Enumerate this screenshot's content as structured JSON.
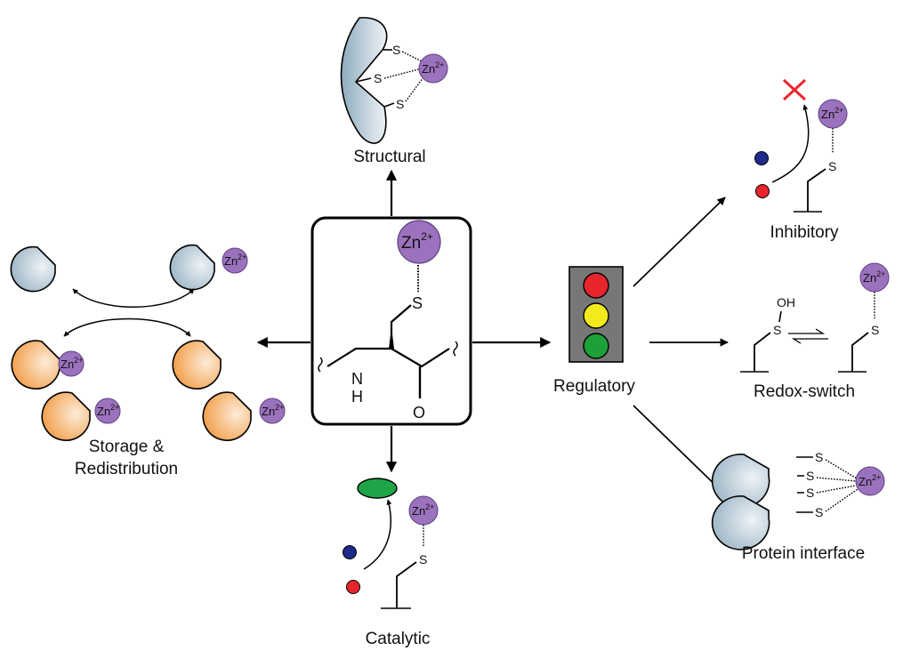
{
  "labels": {
    "structural": "Structural",
    "catalytic": "Catalytic",
    "storage_line1": "Storage &",
    "storage_line2": "Redistribution",
    "regulatory": "Regulatory",
    "inhibitory": "Inhibitory",
    "redox": "Redox-switch",
    "interface": "Protein interface"
  },
  "atoms": {
    "zinc": "Zn",
    "charge": "2+",
    "sulfur": "S",
    "oxygen": "O",
    "hydrogen": "H",
    "nitrogen": "N",
    "hydroxyl": "OH"
  },
  "colors": {
    "zinc_fill": "#9b72bd",
    "zinc_stroke": "#5e3f80",
    "protein_blue_light": "#eef3f6",
    "protein_blue_dark": "#8eabbd",
    "protein_orange_light": "#fdebd8",
    "protein_orange_dark": "#f0902e",
    "traffic_light_body": "#777777",
    "light_red": "#e8252d",
    "light_yellow": "#f2ea1c",
    "light_green": "#1ea038",
    "substrate_blue": "#1d2a8a",
    "substrate_red": "#e8252d",
    "product_green": "#1fa547",
    "inhibit_cross": "#e8252d"
  }
}
